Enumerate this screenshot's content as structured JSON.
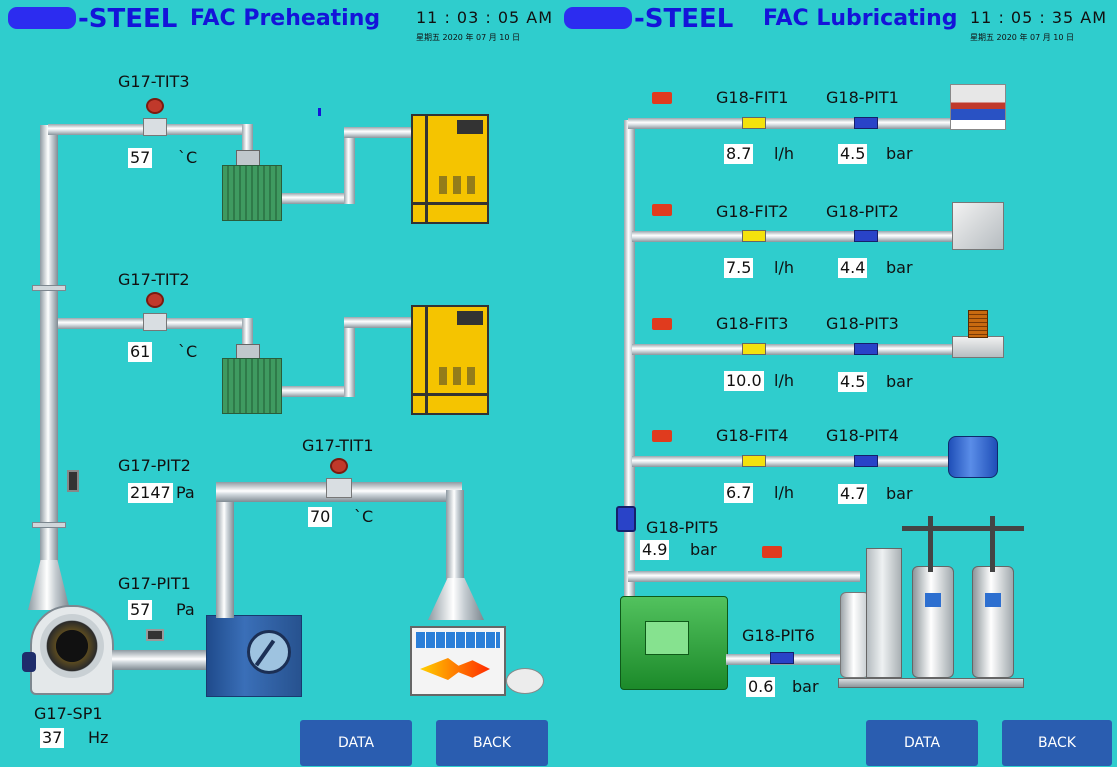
{
  "left": {
    "brand": "-STEEL",
    "title": "FAC Preheating",
    "time": "11 : 03 : 05  AM",
    "date": "星期五    2020 年 07 月 10 日",
    "tags": {
      "tit3": {
        "label": "G17-TIT3",
        "value": "57",
        "unit": "`C"
      },
      "tit2": {
        "label": "G17-TIT2",
        "value": "61",
        "unit": "`C"
      },
      "tit1": {
        "label": "G17-TIT1",
        "value": "70",
        "unit": "`C"
      },
      "pit2": {
        "label": "G17-PIT2",
        "value": "2147",
        "unit": "Pa"
      },
      "pit1": {
        "label": "G17-PIT1",
        "value": "57",
        "unit": "Pa"
      },
      "sp1": {
        "label": "G17-SP1",
        "value": "37",
        "unit": "Hz"
      }
    },
    "buttons": {
      "data": "DATA",
      "back": "BACK"
    }
  },
  "right": {
    "brand": "-STEEL",
    "title": "FAC Lubricating",
    "time": "11 : 05 : 35  AM",
    "date": "星期五    2020 年 07 月 10 日",
    "rows": [
      {
        "fit": "G18-FIT1",
        "fit_value": "8.7",
        "fit_unit": "l/h",
        "pit": "G18-PIT1",
        "pit_value": "4.5",
        "pit_unit": "bar"
      },
      {
        "fit": "G18-FIT2",
        "fit_value": "7.5",
        "fit_unit": "l/h",
        "pit": "G18-PIT2",
        "pit_value": "4.4",
        "pit_unit": "bar"
      },
      {
        "fit": "G18-FIT3",
        "fit_value": "10.0",
        "fit_unit": "l/h",
        "pit": "G18-PIT3",
        "pit_value": "4.5",
        "pit_unit": "bar"
      },
      {
        "fit": "G18-FIT4",
        "fit_value": "6.7",
        "fit_unit": "l/h",
        "pit": "G18-PIT4",
        "pit_value": "4.7",
        "pit_unit": "bar"
      }
    ],
    "pit5": {
      "label": "G18-PIT5",
      "value": "4.9",
      "unit": "bar"
    },
    "pit6": {
      "label": "G18-PIT6",
      "value": "0.6",
      "unit": "bar"
    },
    "buttons": {
      "data": "DATA",
      "back": "BACK"
    }
  }
}
